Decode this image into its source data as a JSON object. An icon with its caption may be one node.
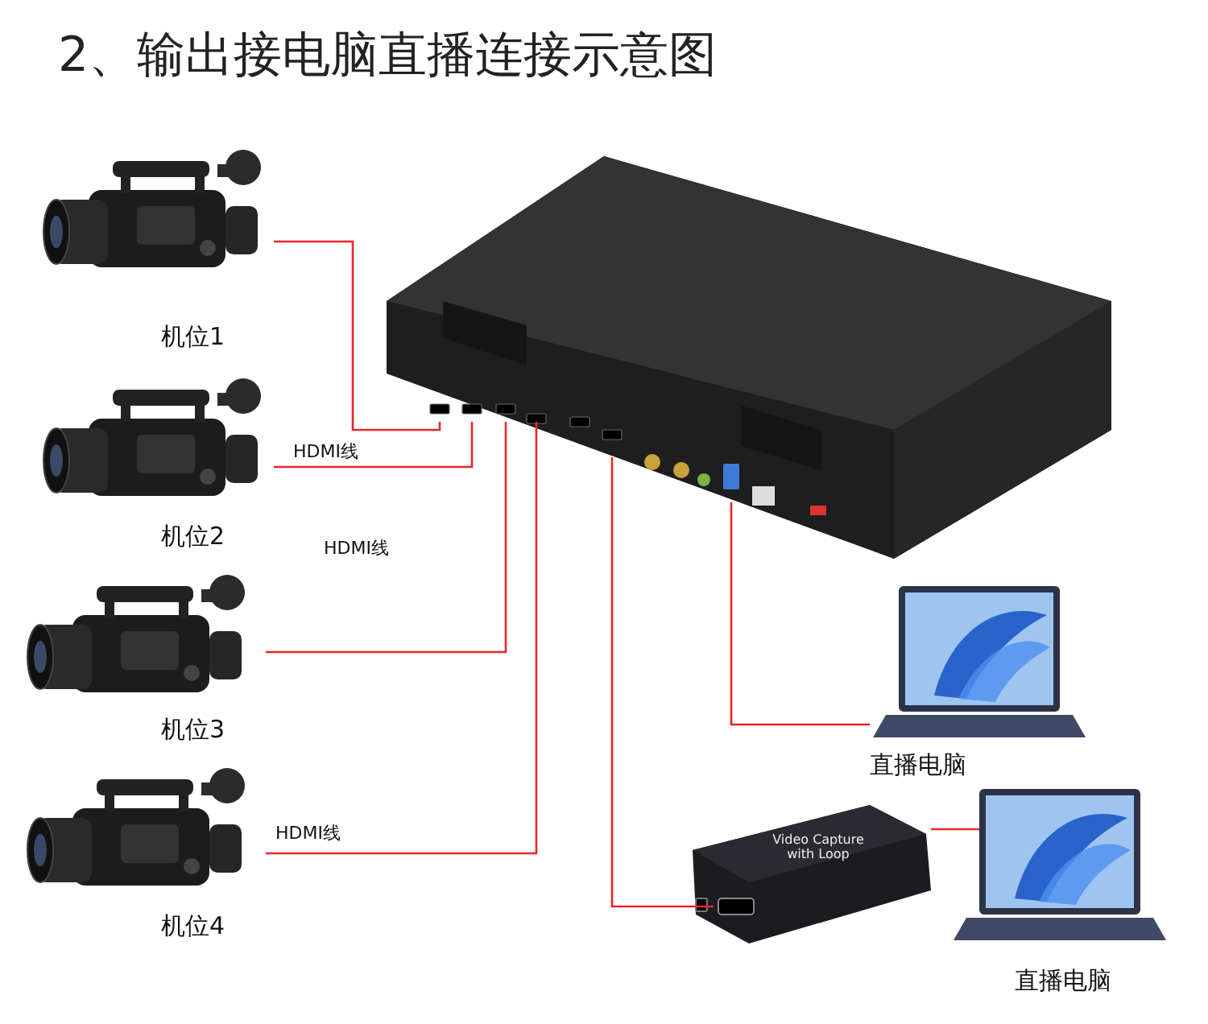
{
  "diagram": {
    "title": "2、输出接电脑直播连接示意图",
    "nodes": [
      {
        "text": [
          "机位1"
        ]
      },
      {
        "text": [
          "机位2"
        ]
      },
      {
        "text": [
          "机位3"
        ]
      },
      {
        "text": [
          "机位4"
        ]
      },
      {
        "text": [],
        "shape": "picture"
      },
      {
        "text": [
          "直播电脑"
        ]
      },
      {
        "text": [
          "Video Capture with Loop"
        ]
      },
      {
        "text": [
          "直播电脑"
        ]
      }
    ],
    "edges": [
      {
        "from": 0,
        "to": 4,
        "arrow": "none",
        "color": "#e8262b"
      },
      {
        "from": 1,
        "to": 4,
        "arrow": "none",
        "color": "#e8262b"
      },
      {
        "from": 2,
        "to": 4,
        "arrow": "none",
        "color": "#e8262b"
      },
      {
        "from": 3,
        "to": 4,
        "arrow": "none",
        "color": "#e8262b"
      },
      {
        "from": 4,
        "to": 5,
        "arrow": "none",
        "color": "#e8262b"
      },
      {
        "from": 4,
        "to": 6,
        "arrow": "none",
        "color": "#e8262b"
      },
      {
        "from": 6,
        "to": 7,
        "arrow": "none",
        "color": "#e8262b"
      }
    ],
    "labels": [
      "HDMI线",
      "HDMI线",
      "HDMI线"
    ]
  }
}
